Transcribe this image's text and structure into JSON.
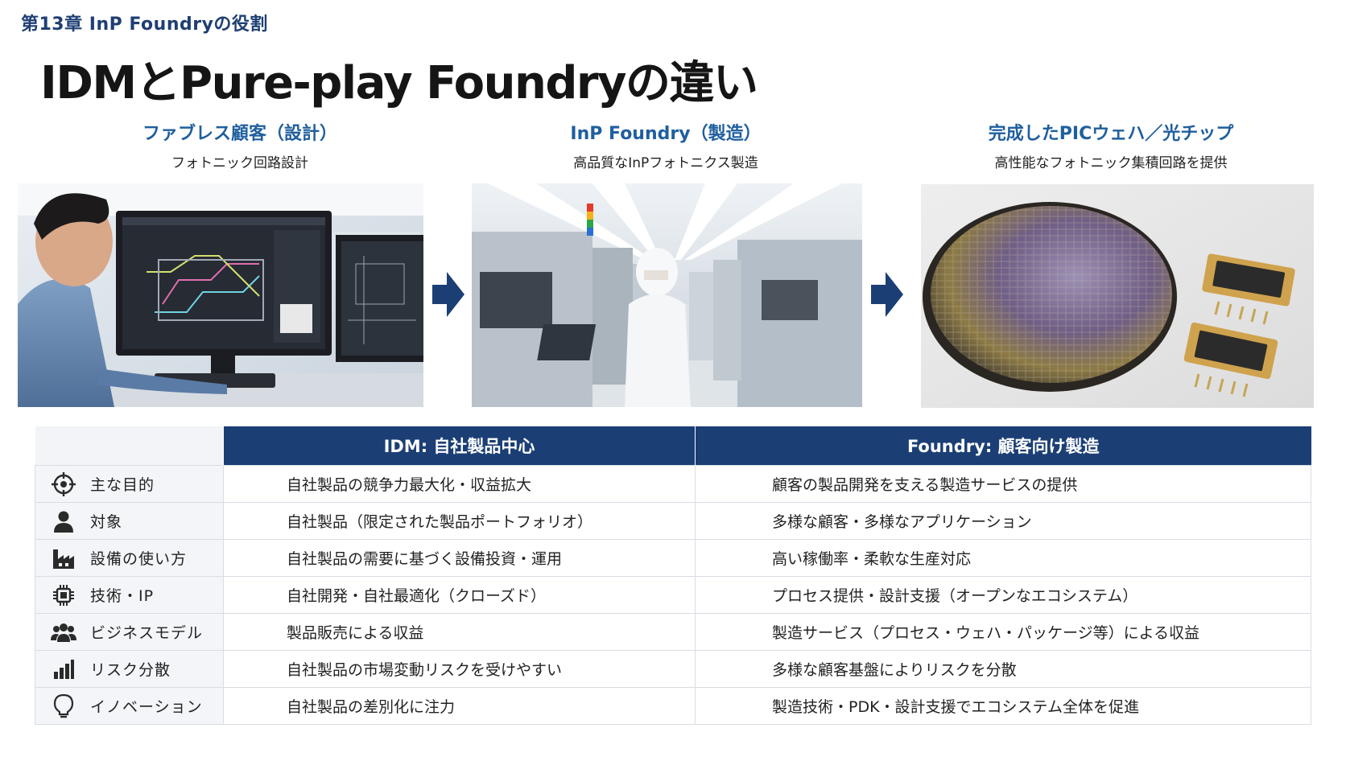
{
  "chapter": "第13章 InP Foundryの役割",
  "title": "IDMとPure-play Foundryの違い",
  "stages": [
    {
      "title": "ファブレス顧客（設計）",
      "subtitle": "フォトニック回路設計",
      "icon": "designer-at-workstation-photo"
    },
    {
      "title": "InP Foundry（製造）",
      "subtitle": "高品質なInPフォトニクス製造",
      "icon": "cleanroom-fab-photo"
    },
    {
      "title": "完成したPICウェハ／光チップ",
      "subtitle": "高性能なフォトニック集積回路を提供",
      "icon": "wafer-and-chips-photo"
    }
  ],
  "colors": {
    "navy": "#1b3f75",
    "accent_blue": "#1f5f9e",
    "row_bg": "#f3f5f8"
  },
  "table": {
    "headers": [
      "IDM: 自社製品中心",
      "Foundry: 顧客向け製造"
    ],
    "rows": [
      {
        "icon": "target-icon",
        "label": "主な目的",
        "idm": "自社製品の競争力最大化・収益拡大",
        "foundry": "顧客の製品開発を支える製造サービスの提供"
      },
      {
        "icon": "person-icon",
        "label": "対象",
        "idm": "自社製品（限定された製品ポートフォリオ）",
        "foundry": "多様な顧客・多様なアプリケーション"
      },
      {
        "icon": "factory-icon",
        "label": "設備の使い方",
        "idm": "自社製品の需要に基づく設備投資・運用",
        "foundry": "高い稼働率・柔軟な生産対応"
      },
      {
        "icon": "chip-icon",
        "label": "技術・IP",
        "idm": "自社開発・自社最適化（クローズド）",
        "foundry": "プロセス提供・設計支援（オープンなエコシステム）"
      },
      {
        "icon": "group-icon",
        "label": "ビジネスモデル",
        "idm": "製品販売による収益",
        "foundry": "製造サービス（プロセス・ウェハ・パッケージ等）による収益"
      },
      {
        "icon": "bar-chart-icon",
        "label": "リスク分散",
        "idm": "自社製品の市場変動リスクを受けやすい",
        "foundry": "多様な顧客基盤によりリスクを分散"
      },
      {
        "icon": "lightbulb-icon",
        "label": "イノベーション",
        "idm": "自社製品の差別化に注力",
        "foundry": "製造技術・PDK・設計支援でエコシステム全体を促進"
      }
    ]
  }
}
